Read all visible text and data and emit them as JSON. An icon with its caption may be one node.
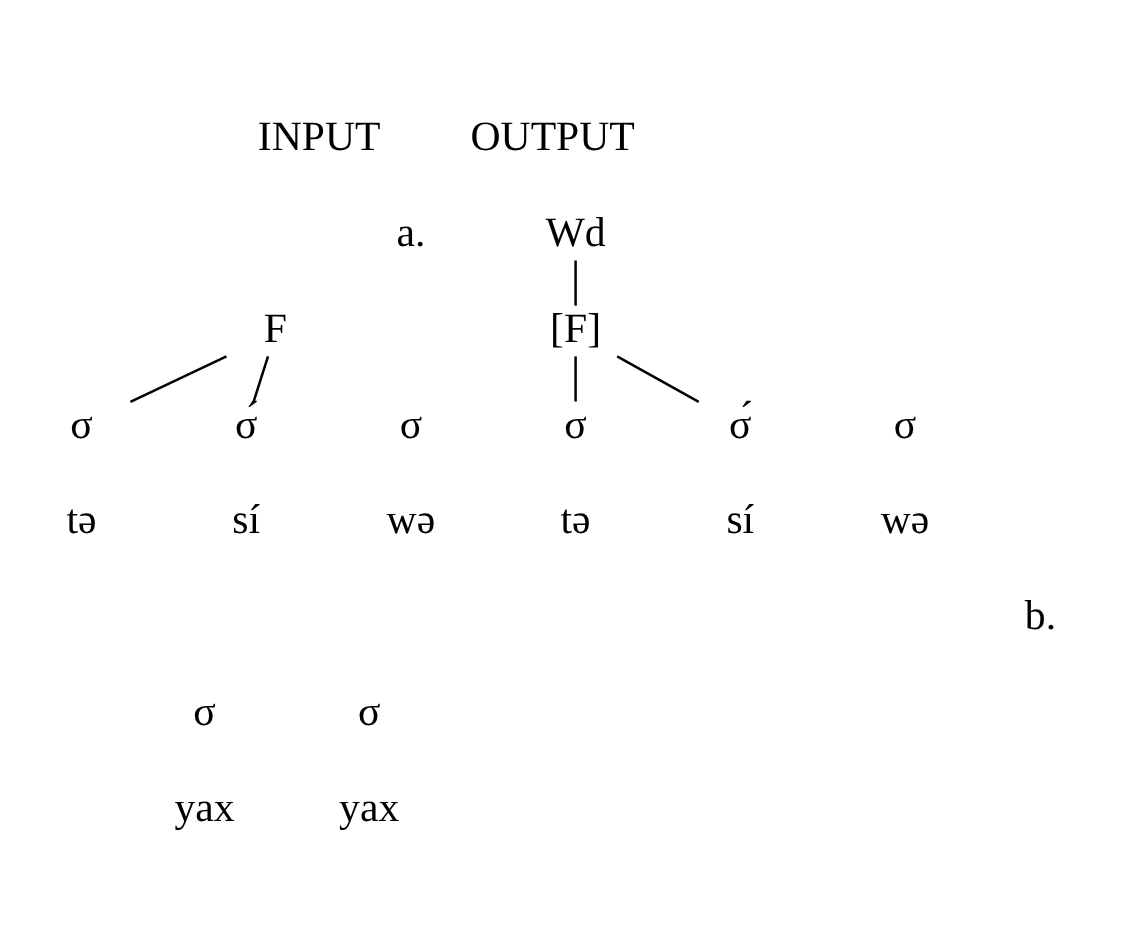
{
  "diagram": {
    "nodes": [
      {
        "text": [
          "F"
        ]
      },
      {
        "text": [
          "σ"
        ],
        "beside": [
          "tə"
        ]
      },
      {
        "text": [
          "σ́"
        ],
        "beside": [
          "sí"
        ]
      },
      {
        "text": [
          "σ"
        ],
        "beside": [
          "wə"
        ]
      },
      {
        "text": [
          "Wd"
        ]
      },
      {
        "text": [
          "[F]"
        ]
      },
      {
        "text": [
          "σ"
        ],
        "beside": [
          "tə"
        ]
      },
      {
        "text": [
          "σ́"
        ],
        "beside": [
          "sí"
        ]
      },
      {
        "text": [
          "σ"
        ],
        "beside": [
          "wə"
        ]
      },
      {
        "text": [
          "σ"
        ],
        "beside": [
          "yax"
        ]
      },
      {
        "text": [
          "σ"
        ],
        "beside": [
          "yax"
        ]
      }
    ],
    "edges": [
      {
        "from": 0,
        "to": 1,
        "arrow": "none"
      },
      {
        "from": 0,
        "to": 2,
        "arrow": "none"
      },
      {
        "from": 4,
        "to": 5,
        "arrow": "none"
      },
      {
        "from": 5,
        "to": 6,
        "arrow": "none"
      },
      {
        "from": 5,
        "to": 7,
        "arrow": "none"
      }
    ],
    "labels": [
      "INPUT",
      "OUTPUT",
      "a.",
      "b."
    ]
  }
}
